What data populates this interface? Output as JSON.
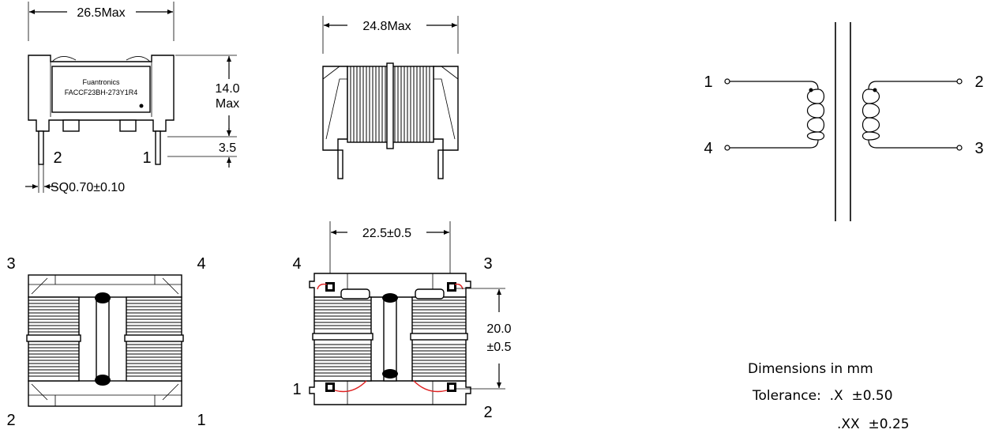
{
  "front_view": {
    "width_dim": "26.5Max",
    "height_dim_line1": "14.0",
    "height_dim_line2": "Max",
    "pin_len_dim": "3.5",
    "pin_sq_dim": "SQ0.70±0.10",
    "marking_line1": "Fuantronics",
    "marking_line2": "FACCF23BH-273Y1R4",
    "pin_left": "2",
    "pin_right": "1"
  },
  "side_view": {
    "width_dim": "24.8Max"
  },
  "top_view": {
    "pin_tl": "3",
    "pin_tr": "4",
    "pin_bl": "2",
    "pin_br": "1"
  },
  "bottom_view": {
    "pitch_dim": "22.5±0.5",
    "row_dim_line1": "20.0",
    "row_dim_line2": "±0.5",
    "pin_tl": "4",
    "pin_tr": "3",
    "pin_bl": "1",
    "pin_br": "2",
    "wire_color": "#e02020"
  },
  "schematic": {
    "pin_1": "1",
    "pin_2": "2",
    "pin_3": "3",
    "pin_4": "4"
  },
  "notes": {
    "line1": "Dimensions in mm",
    "line2": "Tolerance:  .X  ±0.50",
    "line3": ".XX  ±0.25"
  }
}
